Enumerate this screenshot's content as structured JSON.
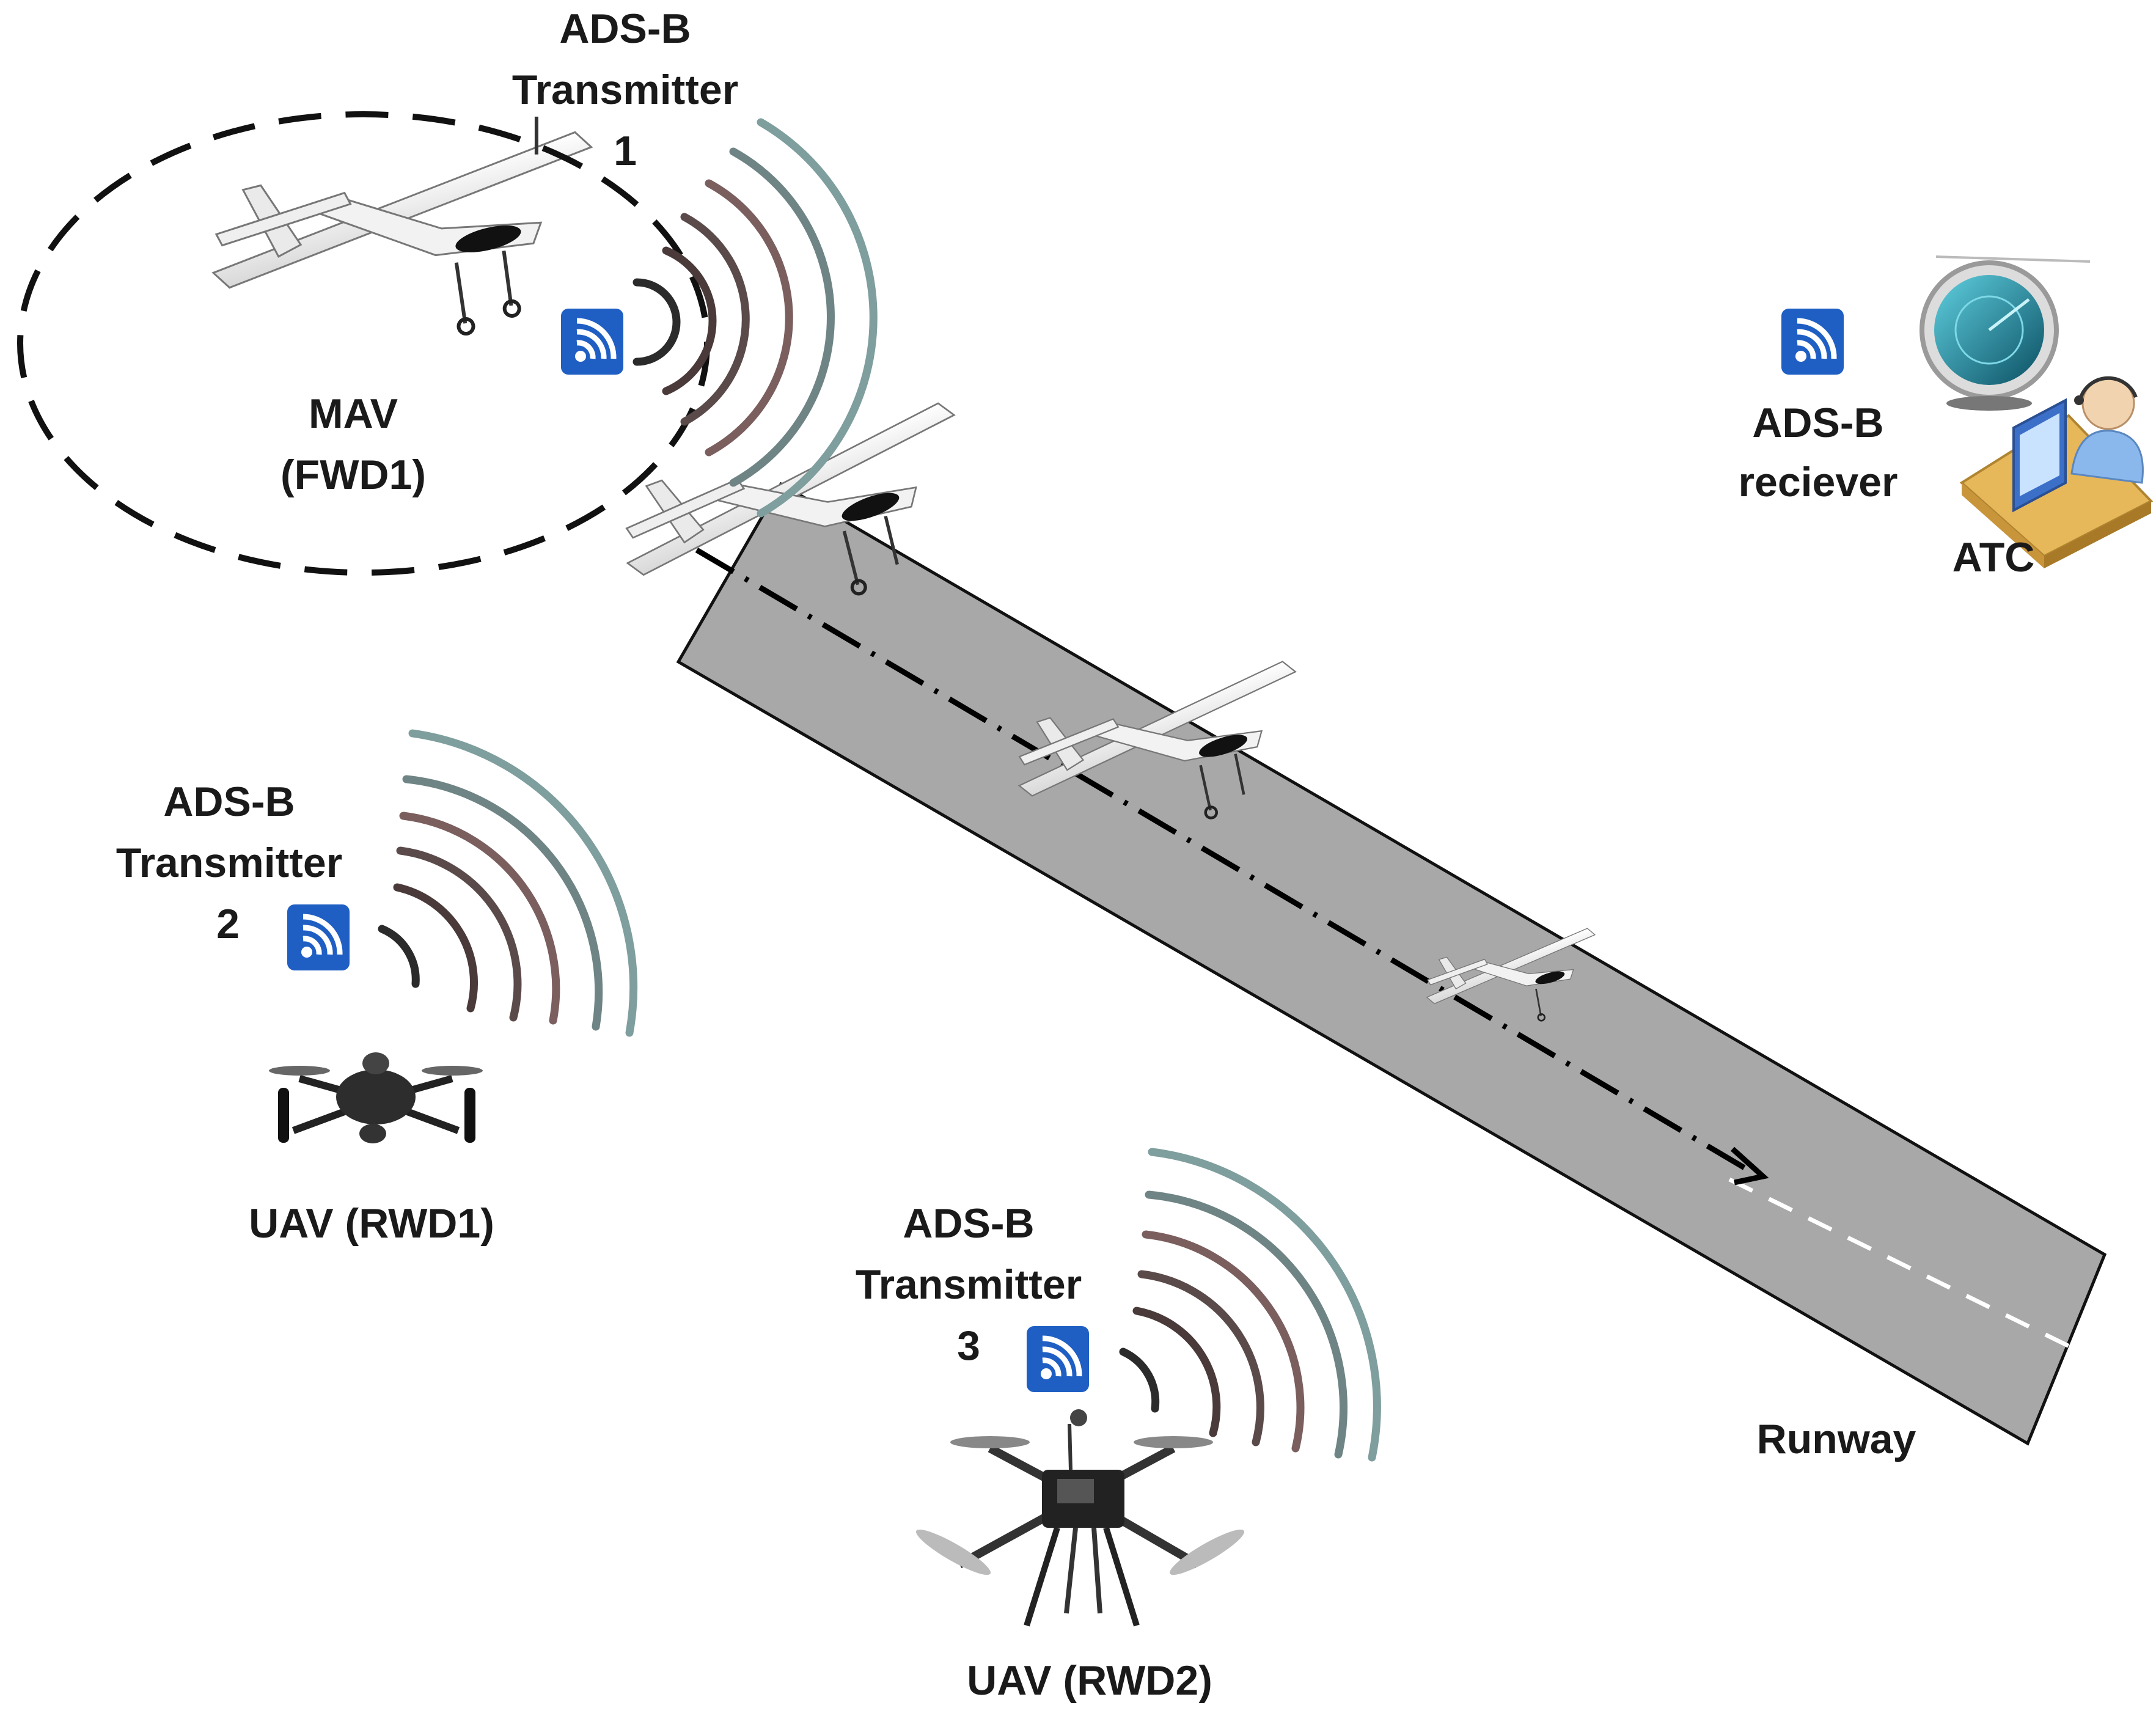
{
  "transmitters": [
    {
      "line1": "ADS-B",
      "line2": "Transmitter",
      "number": "1",
      "icon": "wifi-icon"
    },
    {
      "line1": "ADS-B",
      "line2": "Transmitter",
      "number": "2",
      "icon": "wifi-icon"
    },
    {
      "line1": "ADS-B",
      "line2": "Transmitter",
      "number": "3",
      "icon": "wifi-icon"
    }
  ],
  "vehicles": {
    "mav": {
      "line1": "MAV",
      "line2": "(FWD1)"
    },
    "uav1": {
      "label": "UAV (RWD1)"
    },
    "uav2": {
      "label": "UAV (RWD2)"
    }
  },
  "receiver": {
    "line1": "ADS-B",
    "line2": "reciever",
    "icon": "wifi-icon"
  },
  "atc": {
    "label": "ATC",
    "icons": [
      "radar-icon",
      "controller-icon"
    ]
  },
  "runway": {
    "label": "Runway"
  },
  "colors": {
    "runway_fill": "#a8a8a8",
    "wifi_badge": "#1f5fc4",
    "arc_inner": "#2b2b2b",
    "arc_middle": "#7b5e5e",
    "arc_outer": "#7f9e9e"
  }
}
